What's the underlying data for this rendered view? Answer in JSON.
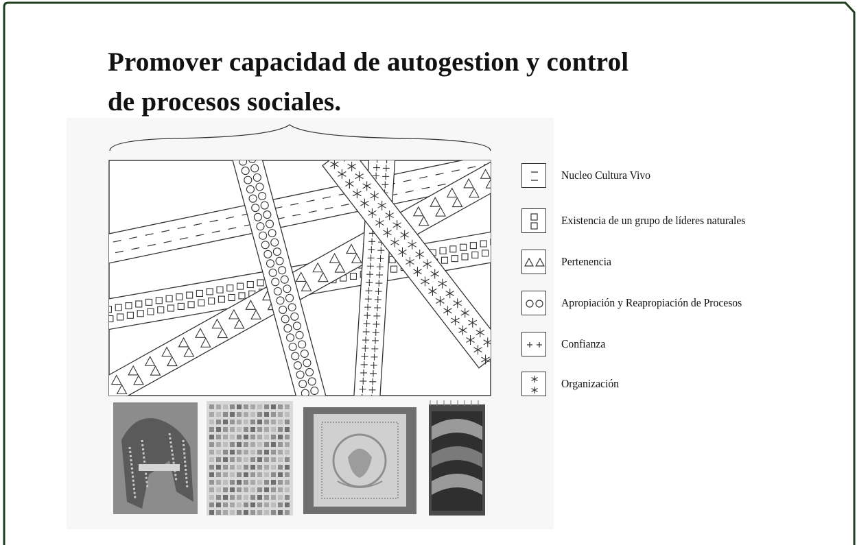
{
  "title": {
    "line1": "Promover capacidad de autogestion y control",
    "line2": "de procesos sociales."
  },
  "legend": [
    {
      "symbol": "dash",
      "label": "Nucleo Cultura Vivo"
    },
    {
      "symbol": "square",
      "label": "Existencia de un grupo de líderes naturales"
    },
    {
      "symbol": "triangle",
      "label": "Pertenencia"
    },
    {
      "symbol": "circle",
      "label": "Apropiación y Reapropiación de Procesos"
    },
    {
      "symbol": "plus",
      "label": "Confianza"
    },
    {
      "symbol": "asterisk",
      "label": "Organización"
    }
  ],
  "photos": [
    {
      "name": "woven-shawl-photo"
    },
    {
      "name": "embroidered-textile-photo"
    },
    {
      "name": "mexican-emblem-lace-photo"
    },
    {
      "name": "geometric-rug-photo"
    }
  ],
  "colors": {
    "frame": "#1f3d1f",
    "line": "#333333"
  }
}
